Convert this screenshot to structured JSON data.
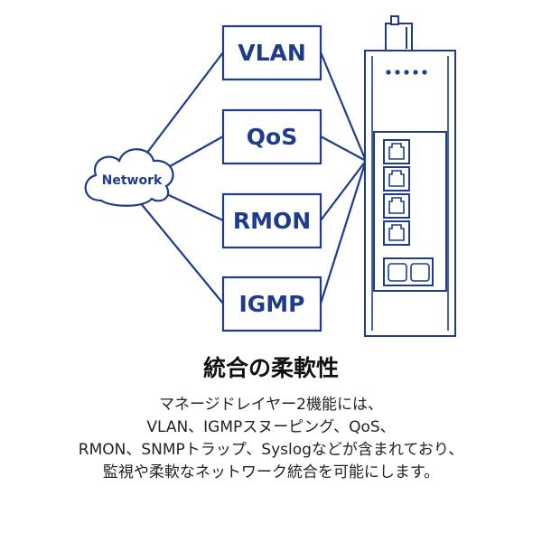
{
  "colors": {
    "accent": "#1f3b8c",
    "text": "#111111",
    "background": "#ffffff"
  },
  "diagram": {
    "cloud_label": "Network",
    "functions": [
      "VLAN",
      "QoS",
      "RMON",
      "IGMP"
    ],
    "device_icon": "din-rail-network-switch-icon"
  },
  "title": "統合の柔軟性",
  "description": [
    "マネージドレイヤー2機能には、",
    "VLAN、IGMPスヌーピング、QoS、",
    "RMON、SNMPトラップ、Syslogなどが含まれており、",
    "監視や柔軟なネットワーク統合を可能にします。"
  ]
}
